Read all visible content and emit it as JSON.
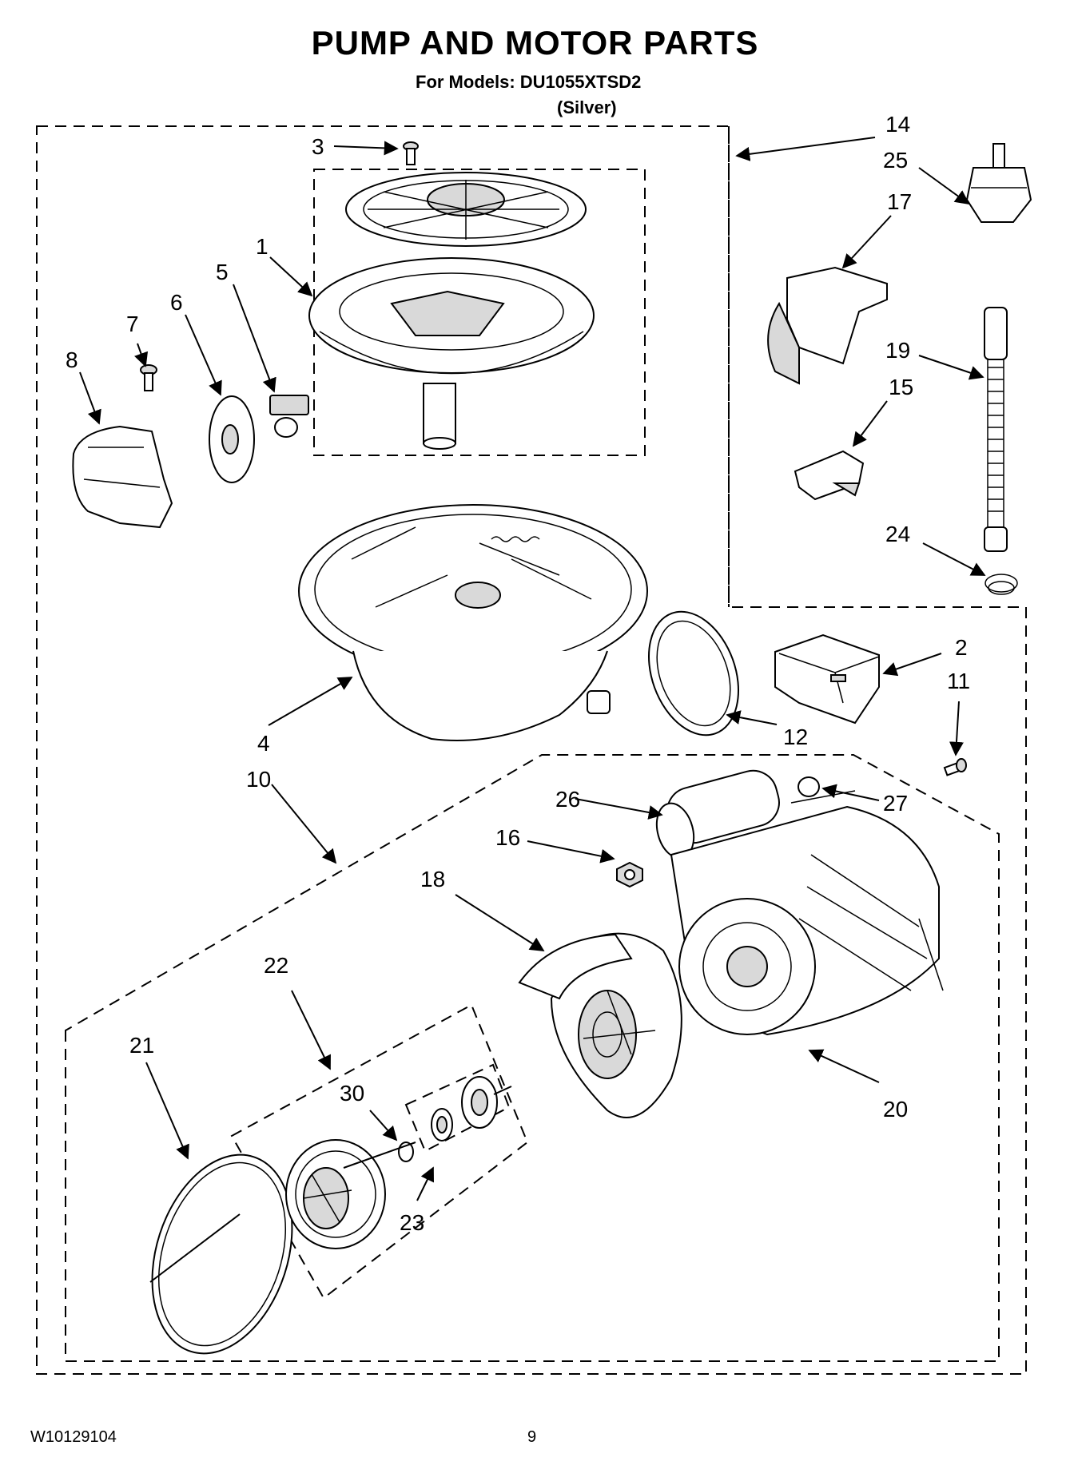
{
  "header": {
    "title": "PUMP AND MOTOR PARTS",
    "models_line": "For Models: DU1055XTSD2",
    "color_line": "(Silver)"
  },
  "footer": {
    "doc_number": "W10129104",
    "page_number": "9"
  },
  "callouts": {
    "c1": "1",
    "c2": "2",
    "c3": "3",
    "c4": "4",
    "c5": "5",
    "c6": "6",
    "c7": "7",
    "c8": "8",
    "c10": "10",
    "c11": "11",
    "c12": "12",
    "c14": "14",
    "c15": "15",
    "c16": "16",
    "c17": "17",
    "c18": "18",
    "c19": "19",
    "c20": "20",
    "c21": "21",
    "c22": "22",
    "c23": "23",
    "c24": "24",
    "c25": "25",
    "c26": "26",
    "c27": "27",
    "c30": "30"
  }
}
